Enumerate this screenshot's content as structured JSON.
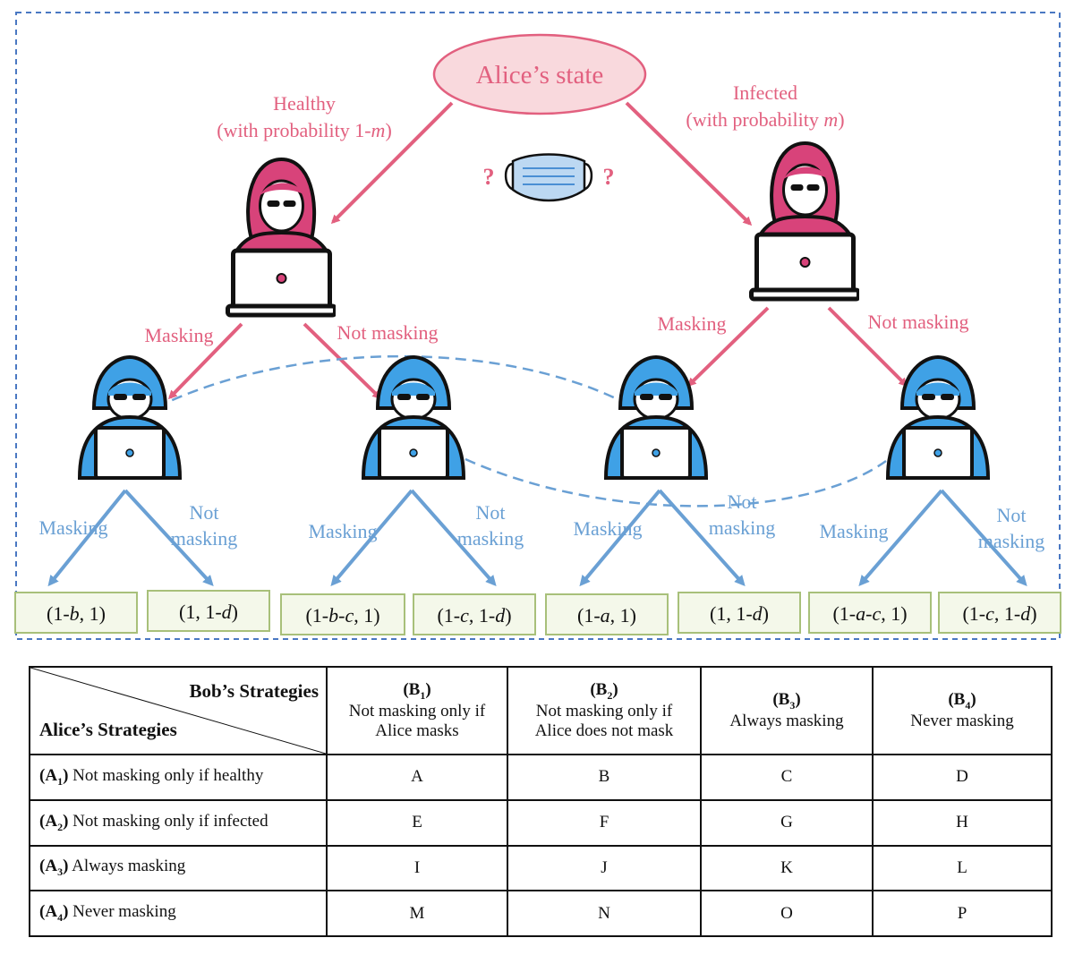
{
  "root": {
    "label": "Alice’s state"
  },
  "alice_branches": {
    "healthy": {
      "line1": "Healthy",
      "line2_prefix": "(with probability 1-",
      "line2_var": "m",
      "line2_suffix": ")"
    },
    "infected": {
      "line1": "Infected",
      "line2_prefix": "(with probability ",
      "line2_var": "m",
      "line2_suffix": ")"
    }
  },
  "mask_question": {
    "left": "?",
    "right": "?"
  },
  "alice_actions": {
    "masking": "Masking",
    "not_masking": "Not masking"
  },
  "bob_actions": {
    "masking": "Masking",
    "not_line1": "Not",
    "not_line2": "masking"
  },
  "payoffs": [
    {
      "pre": "(1-",
      "v1": "b",
      "mid": ", 1)",
      "v2": "",
      "post": ""
    },
    {
      "pre": "(1, 1-",
      "v1": "d",
      "mid": ")",
      "v2": "",
      "post": ""
    },
    {
      "pre": "(1-",
      "v1": "b",
      "mid": "-",
      "v2": "c",
      "post": ", 1)"
    },
    {
      "pre": "(1-",
      "v1": "c",
      "mid": ", 1-",
      "v2": "d",
      "post": ")"
    },
    {
      "pre": "(1-",
      "v1": "a",
      "mid": ", 1)",
      "v2": "",
      "post": ""
    },
    {
      "pre": "(1, 1-",
      "v1": "d",
      "mid": ")",
      "v2": "",
      "post": ""
    },
    {
      "pre": "(1-",
      "v1": "a",
      "mid": "-",
      "v2": "c",
      "post": ", 1)"
    },
    {
      "pre": "(1-",
      "v1": "c",
      "mid": ", 1-",
      "v2": "d",
      "post": ")"
    }
  ],
  "table": {
    "corner_top": "Bob’s Strategies",
    "corner_bottom": "Alice’s Strategies",
    "columns": [
      {
        "code": "(B",
        "sub": "1",
        "close": ")",
        "line1": "Not masking only if",
        "line2": "Alice masks"
      },
      {
        "code": "(B",
        "sub": "2",
        "close": ")",
        "line1": "Not masking only if",
        "line2": "Alice does not mask"
      },
      {
        "code": "(B",
        "sub": "3",
        "close": ")",
        "line1": "Always masking",
        "line2": ""
      },
      {
        "code": "(B",
        "sub": "4",
        "close": ")",
        "line1": "Never masking",
        "line2": ""
      }
    ],
    "rows": [
      {
        "code": "(A",
        "sub": "1",
        "close": ")",
        "label": " Not masking only if healthy",
        "cells": [
          "A",
          "B",
          "C",
          "D"
        ]
      },
      {
        "code": "(A",
        "sub": "2",
        "close": ")",
        "label": " Not masking only if infected",
        "cells": [
          "E",
          "F",
          "G",
          "H"
        ]
      },
      {
        "code": "(A",
        "sub": "3",
        "close": ")",
        "label": " Always masking",
        "cells": [
          "I",
          "J",
          "K",
          "L"
        ]
      },
      {
        "code": "(A",
        "sub": "4",
        "close": ")",
        "label": " Never masking",
        "cells": [
          "M",
          "N",
          "O",
          "P"
        ]
      }
    ]
  },
  "colors": {
    "pink": "#e2607f",
    "blue": "#6aa0d4",
    "border_dash": "#4a78c2",
    "payoff_border": "#a8c07a",
    "payoff_fill": "#f4f8ea"
  }
}
